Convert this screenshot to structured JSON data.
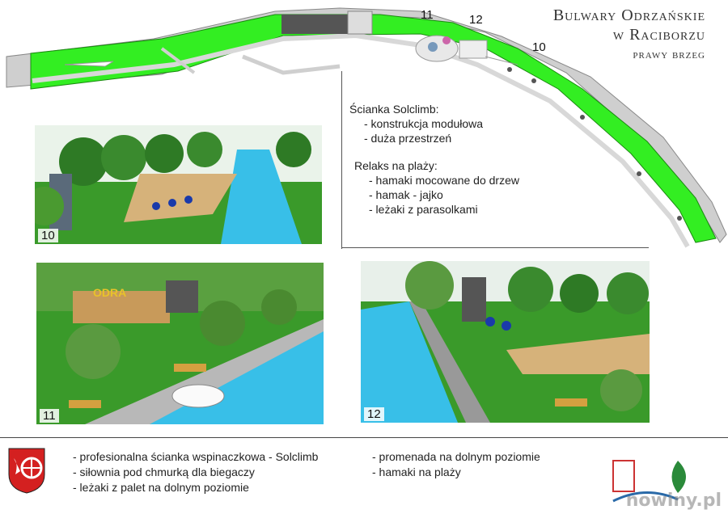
{
  "title": {
    "line1": "Bulwary Odrzańskie",
    "line2": "w Raciborzu",
    "line3": "prawy brzeg"
  },
  "map_markers": [
    "11",
    "12",
    "10"
  ],
  "notes": {
    "solclimb_heading": "Ścianka Solclimb:",
    "solclimb_items": [
      "- konstrukcja modułowa",
      "- duża przestrzeń"
    ],
    "relax_heading": "Relaks na plaży:",
    "relax_items": [
      "- hamaki mocowane do drzew",
      "- hamak - jajko",
      "- leżaki z parasolkami"
    ]
  },
  "renders": {
    "r10": "10",
    "r11": "11",
    "r12": "12"
  },
  "sign_text": "ODRA",
  "legend_left": [
    "- profesionalna ścianka wspinaczkowa - Solclimb",
    "- siłownia pod chmurką dla biegaczy",
    "- leżaki z palet na dolnym poziomie"
  ],
  "legend_right": [
    "- promenada na dolnym poziomie",
    "- hamaki na plaży"
  ],
  "watermark": "nowiny.pl",
  "colors": {
    "grass": "#33ee22",
    "water": "#38bfe8",
    "path": "#d8d8d8",
    "crest_red": "#d42020"
  }
}
